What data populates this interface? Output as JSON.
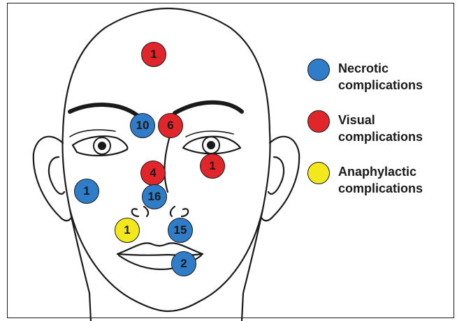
{
  "colors": {
    "necrotic": "#2f7cc9",
    "visual": "#e0262a",
    "anaphylactic": "#f3e81c",
    "outline": "#1a1a1a"
  },
  "legend": [
    {
      "key": "necrotic",
      "label": "Necrotic\ncomplications"
    },
    {
      "key": "visual",
      "label": "Visual\ncomplications"
    },
    {
      "key": "anaphylactic",
      "label": "Anaphylactic\ncomplications"
    }
  ],
  "markers": [
    {
      "id": "forehead",
      "value": "1",
      "type": "visual"
    },
    {
      "id": "glabella-left",
      "value": "10",
      "type": "necrotic"
    },
    {
      "id": "glabella-right",
      "value": "6",
      "type": "visual"
    },
    {
      "id": "nasal-dorsum",
      "value": "4",
      "type": "visual"
    },
    {
      "id": "nasal-tip",
      "value": "16",
      "type": "necrotic"
    },
    {
      "id": "left-cheek",
      "value": "1",
      "type": "necrotic"
    },
    {
      "id": "right-periorbital",
      "value": "1",
      "type": "visual"
    },
    {
      "id": "upper-lip-left",
      "value": "1",
      "type": "anaphylactic"
    },
    {
      "id": "upper-lip-right",
      "value": "15",
      "type": "necrotic"
    },
    {
      "id": "lower-lip",
      "value": "2",
      "type": "necrotic"
    }
  ]
}
